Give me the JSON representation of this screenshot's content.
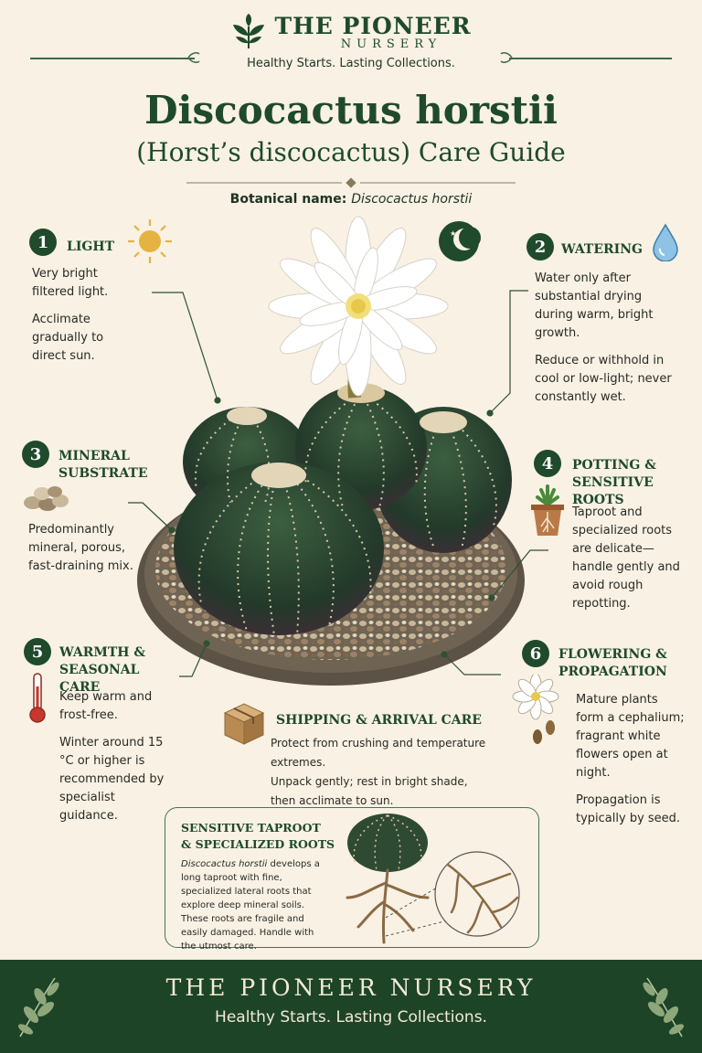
{
  "brand": {
    "name": "THE PIONEER",
    "sub": "NURSERY",
    "tagline": "Healthy Starts. Lasting Collections."
  },
  "title": {
    "line1": "Discocactus horstii",
    "line2": "(Horst’s discocactus) Care Guide",
    "botanical_label": "Botanical name:",
    "botanical_value": "Discocactus horstii"
  },
  "sections": [
    {
      "num": "1",
      "title": "LIGHT",
      "icon": "sun-icon",
      "paras": [
        "Very bright filtered light.",
        "Acclimate gradually to direct sun."
      ]
    },
    {
      "num": "2",
      "title": "WATERING",
      "icon": "water-drop-icon",
      "paras": [
        "Water only after substantial drying during warm, bright growth.",
        "Reduce or withhold in cool or low-light; never constantly wet."
      ]
    },
    {
      "num": "3",
      "title": "MINERAL SUBSTRATE",
      "icon": "pebbles-icon",
      "paras": [
        "Predominantly mineral, porous, fast-draining mix."
      ]
    },
    {
      "num": "4",
      "title": "POTTING & SENSITIVE ROOTS",
      "icon": "potted-plant-icon",
      "paras": [
        "Taproot and specialized roots are delicate—handle gently and avoid rough repotting."
      ]
    },
    {
      "num": "5",
      "title": "WARMTH & SEASONAL CARE",
      "icon": "thermometer-icon",
      "paras": [
        "Keep warm and frost-free.",
        "Winter around 15 °C or higher is recommended by specialist guidance."
      ]
    },
    {
      "num": "6",
      "title": "FLOWERING & PROPAGATION",
      "icon": "flower-seed-icon",
      "paras": [
        "Mature plants form a cephalium; fragrant white flowers open at night.",
        "Propagation is typically by seed."
      ]
    }
  ],
  "shipping": {
    "title": "SHIPPING & ARRIVAL CARE",
    "icon": "box-icon",
    "line1": "Protect from crushing and temperature extremes.",
    "line2": "Unpack gently; rest in bright shade,",
    "line3": "then acclimate to sun."
  },
  "roots": {
    "title1": "SENSITIVE TAPROOT",
    "title2": "& SPECIALIZED ROOTS",
    "species": "Discocactus horstii",
    "text": "develops a long taproot with fine, specialized lateral roots that explore deep mineral soils. These roots are fragile and easily damaged. Handle with the utmost care."
  },
  "footer": {
    "name": "THE PIONEER NURSERY",
    "tagline": "Healthy Starts. Lasting Collections."
  },
  "colors": {
    "brand_green": "#1f4a2b",
    "background": "#f8f1e4",
    "footer": "#1d4427"
  }
}
